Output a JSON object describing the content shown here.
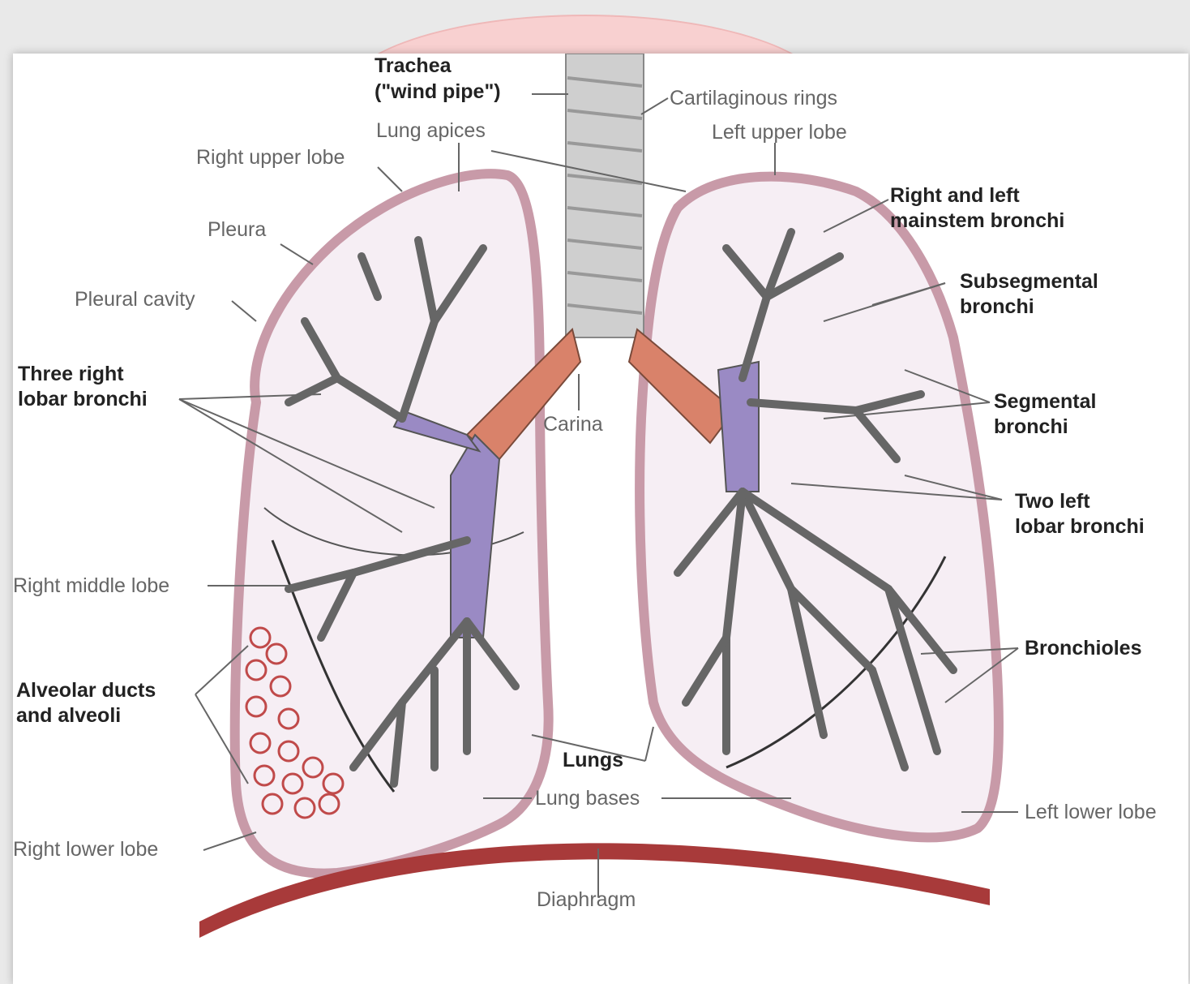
{
  "labels": {
    "trachea": "Trachea",
    "wind_pipe": "(\"wind pipe\")",
    "cartilaginous_rings": "Cartilaginous rings",
    "lung_apices": "Lung apices",
    "left_upper_lobe": "Left upper lobe",
    "right_upper_lobe": "Right upper lobe",
    "mainstem_bronchi_1": "Right and left",
    "mainstem_bronchi_2": "mainstem bronchi",
    "pleura": "Pleura",
    "subsegmental_1": "Subsegmental",
    "subsegmental_2": "bronchi",
    "pleural_cavity": "Pleural cavity",
    "three_right_1": "Three right",
    "three_right_2": "lobar bronchi",
    "segmental_1": "Segmental",
    "segmental_2": "bronchi",
    "carina": "Carina",
    "two_left_1": "Two left",
    "two_left_2": "lobar bronchi",
    "right_middle_lobe": "Right middle lobe",
    "bronchioles": "Bronchioles",
    "alveolar_1": "Alveolar ducts",
    "alveolar_2": "and alveoli",
    "lungs": "Lungs",
    "lung_bases": "Lung bases",
    "left_lower_lobe": "Left lower lobe",
    "right_lower_lobe": "Right lower lobe",
    "diaphragm": "Diaphragm"
  },
  "colors": {
    "lung_fill": "#f6eef4",
    "lung_outline": "#c89aa8",
    "bronchi_red": "#d9826a",
    "bronchi_purple": "#9a8ac4",
    "trachea": "#cfcfcf",
    "diaphragm": "#a83a3a",
    "alveoli": "#c04a4a"
  }
}
